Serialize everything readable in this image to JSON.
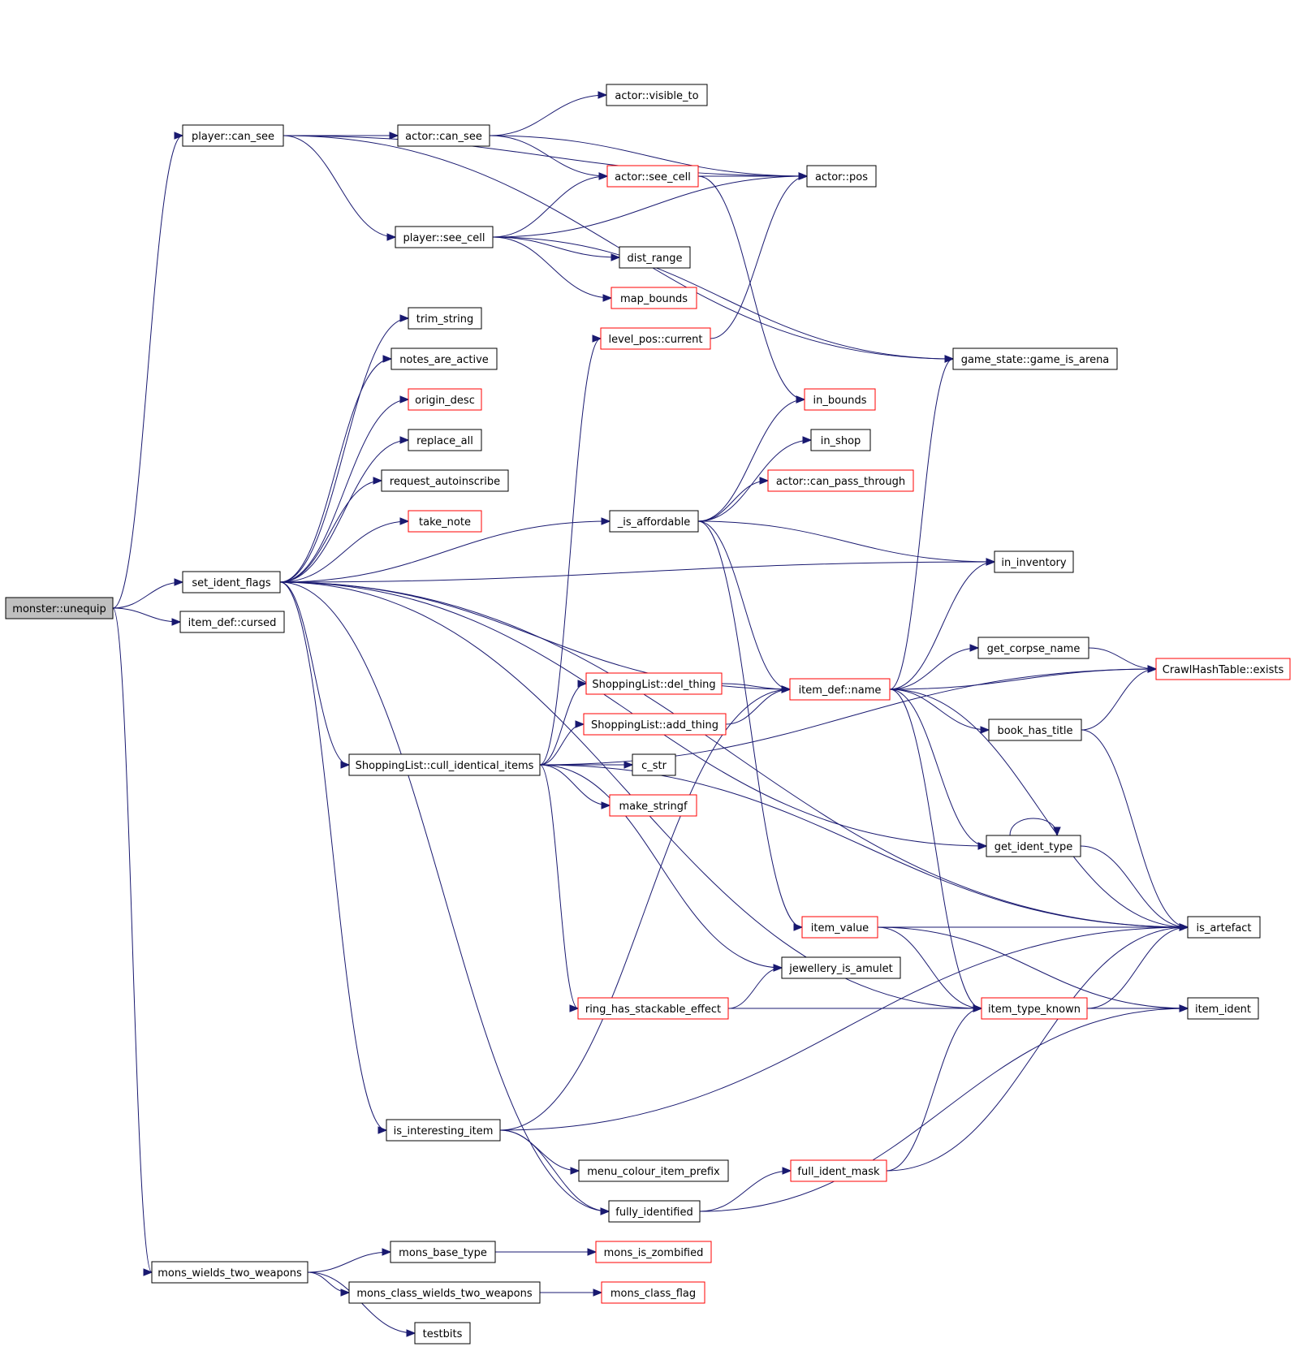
{
  "colors": {
    "edge": "#191970",
    "border_normal": "#000000",
    "border_truncated": "#ff0000",
    "root_fill": "#bfbfbf",
    "node_fill": "#ffffff"
  },
  "nodes": [
    {
      "id": "n0",
      "label": "monster::unequip",
      "style": "root"
    },
    {
      "id": "n1",
      "label": "player::can_see",
      "style": "normal"
    },
    {
      "id": "n2",
      "label": "actor::can_see",
      "style": "normal"
    },
    {
      "id": "n3",
      "label": "actor::visible_to",
      "style": "normal"
    },
    {
      "id": "n4",
      "label": "actor::see_cell",
      "style": "truncated"
    },
    {
      "id": "n5",
      "label": "actor::pos",
      "style": "normal"
    },
    {
      "id": "n6",
      "label": "player::see_cell",
      "style": "normal"
    },
    {
      "id": "n7",
      "label": "dist_range",
      "style": "normal"
    },
    {
      "id": "n8",
      "label": "map_bounds",
      "style": "truncated"
    },
    {
      "id": "n9",
      "label": "trim_string",
      "style": "normal"
    },
    {
      "id": "n10",
      "label": "level_pos::current",
      "style": "truncated"
    },
    {
      "id": "n11",
      "label": "notes_are_active",
      "style": "normal"
    },
    {
      "id": "n12",
      "label": "game_state::game_is_arena",
      "style": "normal"
    },
    {
      "id": "n13",
      "label": "origin_desc",
      "style": "truncated"
    },
    {
      "id": "n14",
      "label": "in_bounds",
      "style": "truncated"
    },
    {
      "id": "n15",
      "label": "replace_all",
      "style": "normal"
    },
    {
      "id": "n16",
      "label": "in_shop",
      "style": "normal"
    },
    {
      "id": "n17",
      "label": "request_autoinscribe",
      "style": "normal"
    },
    {
      "id": "n18",
      "label": "actor::can_pass_through",
      "style": "truncated"
    },
    {
      "id": "n19",
      "label": "take_note",
      "style": "truncated"
    },
    {
      "id": "n20",
      "label": "_is_affordable",
      "style": "normal"
    },
    {
      "id": "n21",
      "label": "in_inventory",
      "style": "normal"
    },
    {
      "id": "n22",
      "label": "set_ident_flags",
      "style": "normal"
    },
    {
      "id": "n23",
      "label": "item_def::cursed",
      "style": "normal"
    },
    {
      "id": "n24",
      "label": "get_corpse_name",
      "style": "normal"
    },
    {
      "id": "n25",
      "label": "CrawlHashTable::exists",
      "style": "truncated"
    },
    {
      "id": "n26",
      "label": "ShoppingList::del_thing",
      "style": "truncated"
    },
    {
      "id": "n27",
      "label": "item_def::name",
      "style": "truncated"
    },
    {
      "id": "n28",
      "label": "ShoppingList::add_thing",
      "style": "truncated"
    },
    {
      "id": "n29",
      "label": "book_has_title",
      "style": "normal"
    },
    {
      "id": "n30",
      "label": "ShoppingList::cull_identical_items",
      "style": "normal"
    },
    {
      "id": "n31",
      "label": "c_str",
      "style": "normal"
    },
    {
      "id": "n32",
      "label": "make_stringf",
      "style": "truncated"
    },
    {
      "id": "n33",
      "label": "get_ident_type",
      "style": "normal"
    },
    {
      "id": "n34",
      "label": "item_value",
      "style": "truncated"
    },
    {
      "id": "n35",
      "label": "is_artefact",
      "style": "normal"
    },
    {
      "id": "n36",
      "label": "jewellery_is_amulet",
      "style": "normal"
    },
    {
      "id": "n37",
      "label": "ring_has_stackable_effect",
      "style": "truncated"
    },
    {
      "id": "n38",
      "label": "item_type_known",
      "style": "truncated"
    },
    {
      "id": "n39",
      "label": "item_ident",
      "style": "normal"
    },
    {
      "id": "n40",
      "label": "is_interesting_item",
      "style": "normal"
    },
    {
      "id": "n41",
      "label": "menu_colour_item_prefix",
      "style": "normal"
    },
    {
      "id": "n42",
      "label": "full_ident_mask",
      "style": "truncated"
    },
    {
      "id": "n43",
      "label": "fully_identified",
      "style": "normal"
    },
    {
      "id": "n44",
      "label": "mons_wields_two_weapons",
      "style": "normal"
    },
    {
      "id": "n45",
      "label": "mons_base_type",
      "style": "normal"
    },
    {
      "id": "n46",
      "label": "mons_is_zombified",
      "style": "truncated"
    },
    {
      "id": "n47",
      "label": "mons_class_wields_two_weapons",
      "style": "normal"
    },
    {
      "id": "n48",
      "label": "mons_class_flag",
      "style": "truncated"
    },
    {
      "id": "n49",
      "label": "testbits",
      "style": "normal"
    }
  ],
  "edges": [
    [
      "n0",
      "n1"
    ],
    [
      "n0",
      "n22"
    ],
    [
      "n0",
      "n23"
    ],
    [
      "n0",
      "n44"
    ],
    [
      "n1",
      "n2"
    ],
    [
      "n1",
      "n6"
    ],
    [
      "n1",
      "n5"
    ],
    [
      "n1",
      "n12"
    ],
    [
      "n2",
      "n3"
    ],
    [
      "n2",
      "n4"
    ],
    [
      "n2",
      "n5"
    ],
    [
      "n4",
      "n5"
    ],
    [
      "n4",
      "n14"
    ],
    [
      "n6",
      "n4"
    ],
    [
      "n6",
      "n5"
    ],
    [
      "n6",
      "n7"
    ],
    [
      "n6",
      "n8"
    ],
    [
      "n6",
      "n12"
    ],
    [
      "n10",
      "n5"
    ],
    [
      "n22",
      "n9"
    ],
    [
      "n22",
      "n11"
    ],
    [
      "n22",
      "n13"
    ],
    [
      "n22",
      "n15"
    ],
    [
      "n22",
      "n17"
    ],
    [
      "n22",
      "n19"
    ],
    [
      "n22",
      "n20"
    ],
    [
      "n22",
      "n21"
    ],
    [
      "n22",
      "n27"
    ],
    [
      "n22",
      "n30"
    ],
    [
      "n22",
      "n33"
    ],
    [
      "n22",
      "n38"
    ],
    [
      "n22",
      "n35"
    ],
    [
      "n22",
      "n40"
    ],
    [
      "n22",
      "n43"
    ],
    [
      "n20",
      "n14"
    ],
    [
      "n20",
      "n16"
    ],
    [
      "n20",
      "n18"
    ],
    [
      "n20",
      "n21"
    ],
    [
      "n20",
      "n27"
    ],
    [
      "n20",
      "n34"
    ],
    [
      "n30",
      "n10"
    ],
    [
      "n30",
      "n26"
    ],
    [
      "n30",
      "n28"
    ],
    [
      "n30",
      "n31"
    ],
    [
      "n30",
      "n32"
    ],
    [
      "n30",
      "n35"
    ],
    [
      "n30",
      "n36"
    ],
    [
      "n30",
      "n37"
    ],
    [
      "n30",
      "n25"
    ],
    [
      "n26",
      "n27"
    ],
    [
      "n28",
      "n27"
    ],
    [
      "n27",
      "n12"
    ],
    [
      "n27",
      "n21"
    ],
    [
      "n27",
      "n24"
    ],
    [
      "n27",
      "n25"
    ],
    [
      "n27",
      "n29"
    ],
    [
      "n27",
      "n33"
    ],
    [
      "n27",
      "n38"
    ],
    [
      "n27",
      "n35"
    ],
    [
      "n24",
      "n25"
    ],
    [
      "n29",
      "n25"
    ],
    [
      "n29",
      "n35"
    ],
    [
      "n33",
      "n33"
    ],
    [
      "n33",
      "n35"
    ],
    [
      "n34",
      "n35"
    ],
    [
      "n34",
      "n38"
    ],
    [
      "n34",
      "n39"
    ],
    [
      "n37",
      "n36"
    ],
    [
      "n37",
      "n38"
    ],
    [
      "n38",
      "n35"
    ],
    [
      "n38",
      "n39"
    ],
    [
      "n40",
      "n27"
    ],
    [
      "n40",
      "n35"
    ],
    [
      "n40",
      "n41"
    ],
    [
      "n40",
      "n43"
    ],
    [
      "n43",
      "n42"
    ],
    [
      "n43",
      "n39"
    ],
    [
      "n42",
      "n38"
    ],
    [
      "n42",
      "n35"
    ],
    [
      "n44",
      "n45"
    ],
    [
      "n44",
      "n47"
    ],
    [
      "n44",
      "n49"
    ],
    [
      "n45",
      "n46"
    ],
    [
      "n47",
      "n48"
    ]
  ]
}
